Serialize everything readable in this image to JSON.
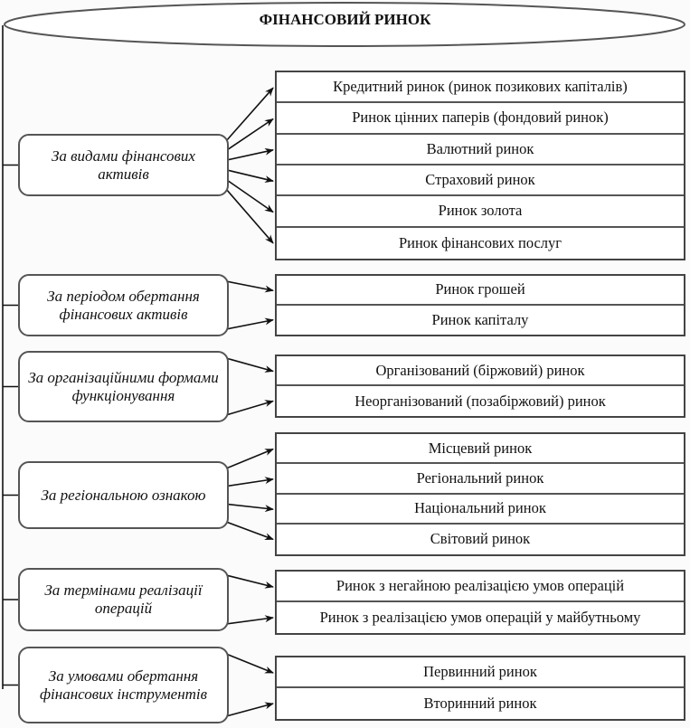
{
  "title": "ФІНАНСОВИЙ РИНОК",
  "groups": [
    {
      "label": "За видами фінансових активів",
      "items": [
        "Кредитний ринок (ринок позикових капіталів)",
        "Ринок цінних паперів (фондовий ринок)",
        "Валютний ринок",
        "Страховий ринок",
        "Ринок золота",
        "Ринок фінансових послуг"
      ]
    },
    {
      "label": "За періодом обертання фінансових активів",
      "items": [
        "Ринок грошей",
        "Ринок капіталу"
      ]
    },
    {
      "label": "За організаційними формами функціонування",
      "items": [
        "Організований (біржовий) ринок",
        "Неорганізований (позабіржовий) ринок"
      ]
    },
    {
      "label": "За регіональною ознакою",
      "items": [
        "Місцевий ринок",
        "Регіональний ринок",
        "Національний ринок",
        "Світовий ринок"
      ]
    },
    {
      "label": "За термінами реалізації операцій",
      "items": [
        "Ринок з негайною реалізацією умов операцій",
        "Ринок з реалізацією умов операцій у майбутньому"
      ]
    },
    {
      "label": "За умовами обертання фінансових інструментів",
      "items": [
        "Первинний ринок",
        "Вторинний ринок"
      ]
    }
  ]
}
